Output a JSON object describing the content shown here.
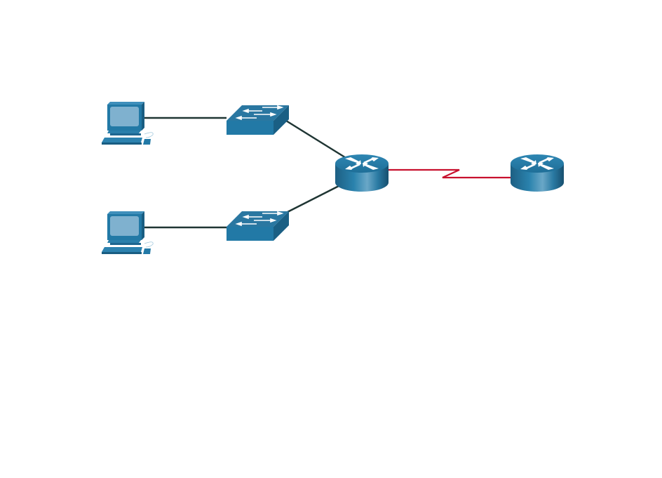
{
  "diagram": {
    "devices": [
      {
        "id": "pc1",
        "icon": "pc-icon"
      },
      {
        "id": "pc2",
        "icon": "pc-icon"
      },
      {
        "id": "switch1",
        "icon": "switch-icon"
      },
      {
        "id": "switch2",
        "icon": "switch-icon"
      },
      {
        "id": "router1",
        "icon": "router-icon"
      },
      {
        "id": "router2",
        "icon": "router-icon"
      }
    ],
    "links": [
      {
        "from": "pc1",
        "to": "switch1",
        "type": "ethernet"
      },
      {
        "from": "pc2",
        "to": "switch2",
        "type": "ethernet"
      },
      {
        "from": "switch1",
        "to": "router1",
        "type": "ethernet"
      },
      {
        "from": "switch2",
        "to": "router1",
        "type": "ethernet"
      },
      {
        "from": "router1",
        "to": "router2",
        "type": "serial"
      }
    ],
    "colors": {
      "ethernet": "#1f3533",
      "serial": "#c8102e",
      "device": "#2279a6",
      "device_dark": "#195d82"
    }
  }
}
